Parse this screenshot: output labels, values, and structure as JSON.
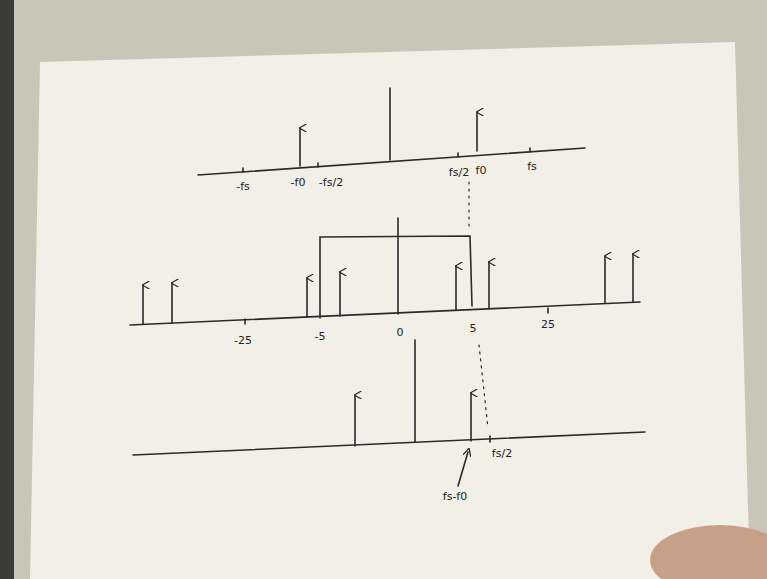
{
  "diagram": {
    "labels": [
      "-fs",
      "-f0",
      "-fs/2",
      "fs/2",
      "f0",
      "fs",
      "-25",
      "-5",
      "0",
      "5",
      "25",
      "fs-f0",
      "fs/2"
    ]
  }
}
